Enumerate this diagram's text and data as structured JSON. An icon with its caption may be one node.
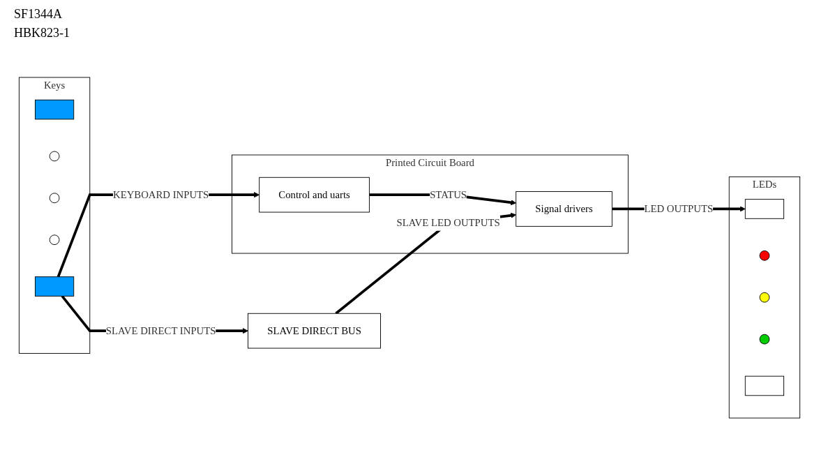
{
  "diagram": {
    "nodes": [
      {
        "text": [
          "Keys"
        ]
      },
      {
        "text": [],
        "shape": "box",
        "in": 0
      },
      {
        "text": [],
        "shape": "circle",
        "in": 0
      },
      {
        "text": [],
        "shape": "circle",
        "in": 0
      },
      {
        "text": [],
        "shape": "circle",
        "in": 0
      },
      {
        "text": [],
        "shape": "box",
        "in": 0
      },
      {
        "text": [
          "Printed Circuit Board"
        ]
      },
      {
        "text": [
          "Control and uarts"
        ],
        "in": 6
      },
      {
        "text": [
          "Signal drivers"
        ],
        "in": 6
      },
      {
        "text": [
          "LEDs"
        ]
      },
      {
        "text": [],
        "shape": "box",
        "in": 9
      },
      {
        "text": [],
        "shape": "circle",
        "in": 9
      },
      {
        "text": [],
        "shape": "circle",
        "in": 9
      },
      {
        "text": [],
        "shape": "circle",
        "in": 9
      },
      {
        "text": [],
        "shape": "box",
        "in": 9
      },
      {
        "text": [
          "SLAVE DIRECT BUS"
        ]
      }
    ],
    "edges": [
      {
        "from": 5,
        "to": 7,
        "arrow": "to",
        "label": "KEYBOARD INPUTS"
      },
      {
        "from": 5,
        "to": 15,
        "arrow": "to",
        "label": "SLAVE DIRECT INPUTS"
      },
      {
        "from": 7,
        "to": 8,
        "arrow": "to",
        "label": "STATUS"
      },
      {
        "from": 15,
        "to": 8,
        "arrow": "to",
        "label": "SLAVE LED OUTPUTS"
      },
      {
        "from": 8,
        "to": 10,
        "arrow": "to",
        "label": "LED OUTPUTS"
      }
    ],
    "labels": [
      "SF1344A",
      "HBK823-1"
    ]
  }
}
